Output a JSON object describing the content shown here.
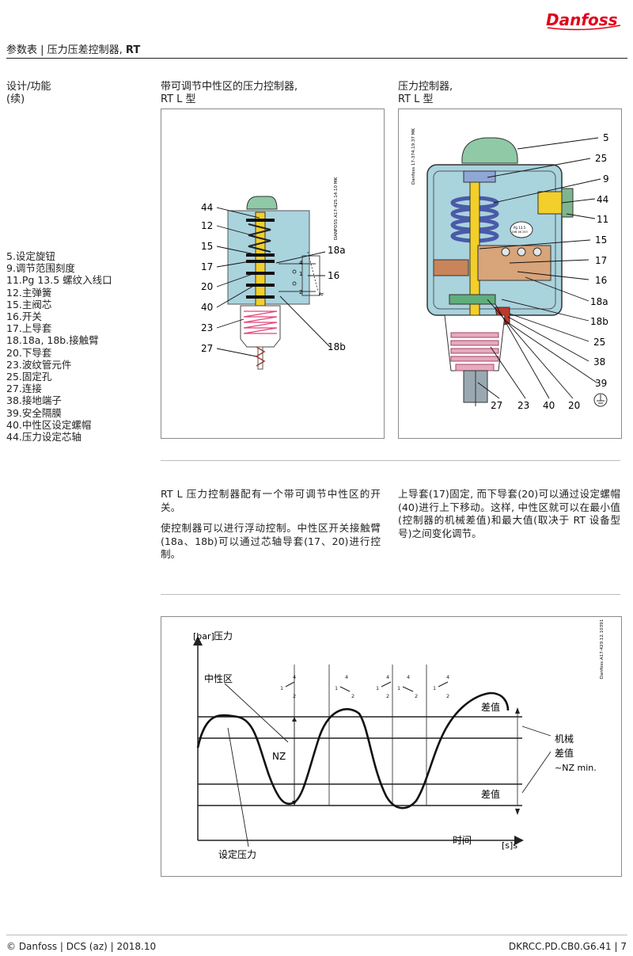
{
  "header": {
    "brand": "Danfoss",
    "title_prefix": "参数表 | 压力压差控制器, ",
    "title_bold": "RT"
  },
  "section": {
    "title_line1": "设计/功能",
    "title_line2": "(续)"
  },
  "legend": [
    " 5.设定旋钮",
    " 9.调节范围刻度",
    "11.Pg 13.5 螺纹入线口",
    "12.主弹簧",
    "15.主阀芯",
    "16.开关",
    "17.上导套",
    "18.18a, 18b.接触臂",
    "20.下导套",
    "23.波纹管元件",
    "25.固定孔",
    "27.连接",
    "38.接地端子",
    "39.安全隔膜",
    "40.中性区设定螺帽",
    "44.压力设定芯轴"
  ],
  "figure_left": {
    "caption_line1": "带可调节中性区的压力控制器,",
    "caption_line2": "RT L 型",
    "code": "DANFOSS A17-425.14.10 MK",
    "labels": [
      "44",
      "12",
      "15",
      "17",
      "20",
      "40",
      "23",
      "27",
      "18a",
      "16",
      "18b"
    ],
    "switch_terminals": [
      "4",
      "1",
      "2"
    ]
  },
  "figure_right": {
    "caption_line1": "压力控制器,",
    "caption_line2": "RT L 型",
    "code": "Danfoss 17-374.19.37 MK",
    "labels": [
      "5",
      "25",
      "9",
      "44",
      "11",
      "15",
      "17",
      "16",
      "18a",
      "18b",
      "25",
      "38",
      "39",
      "27",
      "23",
      "40",
      "20"
    ],
    "plate_text": [
      "Pg 13.5",
      "DIN 46 253"
    ]
  },
  "text": {
    "left_p1": "RT L 压力控制器配有一个带可调节中性区的开关。",
    "left_p2": "使控制器可以进行浮动控制。中性区开关接触臂(18a、18b)可以通过芯轴导套(17、20)进行控制。",
    "right_p1": "上导套(17)固定, 而下导套(20)可以通过设定螺帽(40)进行上下移动。这样, 中性区就可以在最小值(控制器的机械差值)和最大值(取决于 RT 设备型号)之间变化调节。"
  },
  "chart": {
    "y_unit": "[bar]",
    "y_label": "压力",
    "neutral_zone": "中性区",
    "nz": "NZ",
    "diff_top": "差值",
    "diff_bottom": "差值",
    "mech_line1": "机械",
    "mech_line2": "差值",
    "mech_line3": "~NZ min.",
    "setpoint": "设定压力",
    "x_label": "时间",
    "x_unit": "[s]s",
    "code": "Danfoss A17-429.12.10391",
    "switch_labels": [
      "4",
      "1",
      "2"
    ]
  },
  "footer": {
    "left": "© Danfoss | DCS (az) | 2018.10",
    "right": "DKRCC.PD.CB0.G6.41 | 7"
  },
  "colors": {
    "brand_red": "#e2001a",
    "housing_blue": "#a9d3dd",
    "yellow": "#f2cf2a",
    "knob_green": "#8fc9a6",
    "bellows_pink": "#e8a9bd",
    "diaphragm_red": "#c0392b"
  }
}
